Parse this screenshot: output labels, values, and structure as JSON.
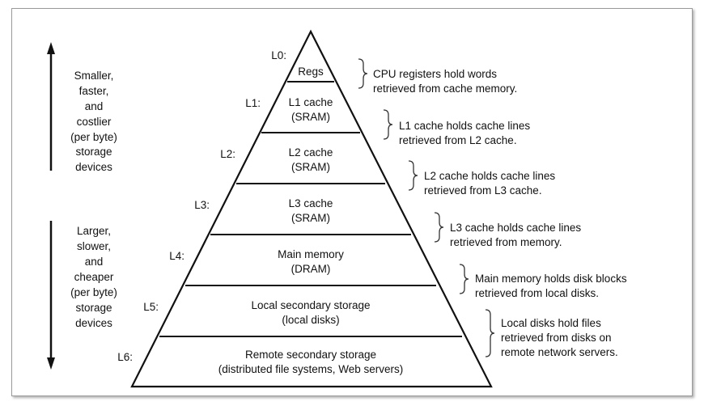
{
  "left_annotations": {
    "top": [
      "Smaller,",
      "faster,",
      "and",
      "costlier",
      "(per byte)",
      "storage",
      "devices"
    ],
    "bottom": [
      "Larger,",
      "slower,",
      "and",
      "cheaper",
      "(per byte)",
      "storage",
      "devices"
    ]
  },
  "levels": [
    {
      "label": "L0:",
      "lines": [
        "Regs"
      ]
    },
    {
      "label": "L1:",
      "lines": [
        "L1 cache",
        "(SRAM)"
      ]
    },
    {
      "label": "L2:",
      "lines": [
        "L2 cache",
        "(SRAM)"
      ]
    },
    {
      "label": "L3:",
      "lines": [
        "L3 cache",
        "(SRAM)"
      ]
    },
    {
      "label": "L4:",
      "lines": [
        "Main memory",
        "(DRAM)"
      ]
    },
    {
      "label": "L5:",
      "lines": [
        "Local secondary storage",
        "(local disks)"
      ]
    },
    {
      "label": "L6:",
      "lines": [
        "Remote secondary storage",
        "(distributed file systems, Web servers)"
      ]
    }
  ],
  "descriptions": [
    [
      "CPU registers hold words",
      "retrieved from cache memory."
    ],
    [
      "L1 cache holds cache lines",
      "retrieved from L2 cache."
    ],
    [
      "L2 cache holds cache lines",
      "retrieved from L3 cache."
    ],
    [
      "L3 cache holds cache lines",
      "retrieved from memory."
    ],
    [
      "Main memory holds disk blocks",
      "retrieved from local disks."
    ],
    [
      "Local disks hold files",
      "retrieved from disks on",
      "remote network servers."
    ]
  ]
}
